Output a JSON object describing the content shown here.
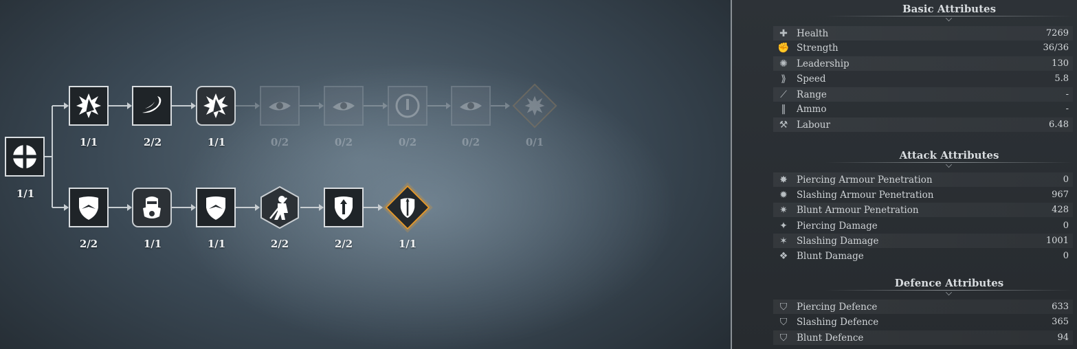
{
  "tree": {
    "root": {
      "icon": "cross-shield-icon",
      "count": "1/1"
    },
    "top_row": [
      {
        "icon": "burst-icon",
        "count": "1/1",
        "state": "unlocked"
      },
      {
        "icon": "slash-swirl-icon",
        "count": "2/2",
        "state": "unlocked"
      },
      {
        "icon": "burst-icon",
        "count": "1/1",
        "state": "unlocked"
      },
      {
        "icon": "eye-swirl-icon",
        "count": "0/2",
        "state": "locked"
      },
      {
        "icon": "eye-swirl-icon",
        "count": "0/2",
        "state": "locked"
      },
      {
        "icon": "clock-icon",
        "count": "0/2",
        "state": "locked"
      },
      {
        "icon": "eye-swirl-icon",
        "count": "0/2",
        "state": "locked"
      },
      {
        "icon": "burst-icon",
        "count": "0/1",
        "state": "locked"
      }
    ],
    "bottom_row": [
      {
        "icon": "shield-wing-icon",
        "count": "2/2",
        "state": "unlocked"
      },
      {
        "icon": "knight-helmet-icon",
        "count": "1/1",
        "state": "unlocked"
      },
      {
        "icon": "shield-wing-icon",
        "count": "1/1",
        "state": "unlocked"
      },
      {
        "icon": "spearman-icon",
        "count": "2/2",
        "state": "unlocked"
      },
      {
        "icon": "shield-arrow-icon",
        "count": "2/2",
        "state": "unlocked"
      },
      {
        "icon": "shield-spear-icon",
        "count": "1/1",
        "state": "active"
      }
    ],
    "colors": {
      "active_border": "#e59a2e",
      "node_fill": "#1f2428"
    }
  },
  "panel": {
    "basic": {
      "title": "Basic Attributes",
      "rows": [
        {
          "icon": "health-icon",
          "label": "Health",
          "value": "7269"
        },
        {
          "icon": "strength-icon",
          "label": "Strength",
          "value": "36/36"
        },
        {
          "icon": "leadership-icon",
          "label": "Leadership",
          "value": "130"
        },
        {
          "icon": "speed-icon",
          "label": "Speed",
          "value": "5.8"
        },
        {
          "icon": "range-icon",
          "label": "Range",
          "value": "-"
        },
        {
          "icon": "ammo-icon",
          "label": "Ammo",
          "value": "-"
        },
        {
          "icon": "labour-icon",
          "label": "Labour",
          "value": "6.48"
        }
      ]
    },
    "attack": {
      "title": "Attack Attributes",
      "rows": [
        {
          "icon": "piercing-penetration-icon",
          "label": "Piercing Armour Penetration",
          "value": "0"
        },
        {
          "icon": "slashing-penetration-icon",
          "label": "Slashing Armour Penetration",
          "value": "967"
        },
        {
          "icon": "blunt-penetration-icon",
          "label": "Blunt Armour Penetration",
          "value": "428"
        },
        {
          "icon": "piercing-damage-icon",
          "label": "Piercing Damage",
          "value": "0"
        },
        {
          "icon": "slashing-damage-icon",
          "label": "Slashing Damage",
          "value": "1001"
        },
        {
          "icon": "blunt-damage-icon",
          "label": "Blunt Damage",
          "value": "0"
        }
      ]
    },
    "defence": {
      "title": "Defence Attributes",
      "rows": [
        {
          "icon": "piercing-defence-icon",
          "label": "Piercing Defence",
          "value": "633"
        },
        {
          "icon": "slashing-defence-icon",
          "label": "Slashing Defence",
          "value": "365"
        },
        {
          "icon": "blunt-defence-icon",
          "label": "Blunt Defence",
          "value": "94"
        }
      ]
    }
  }
}
